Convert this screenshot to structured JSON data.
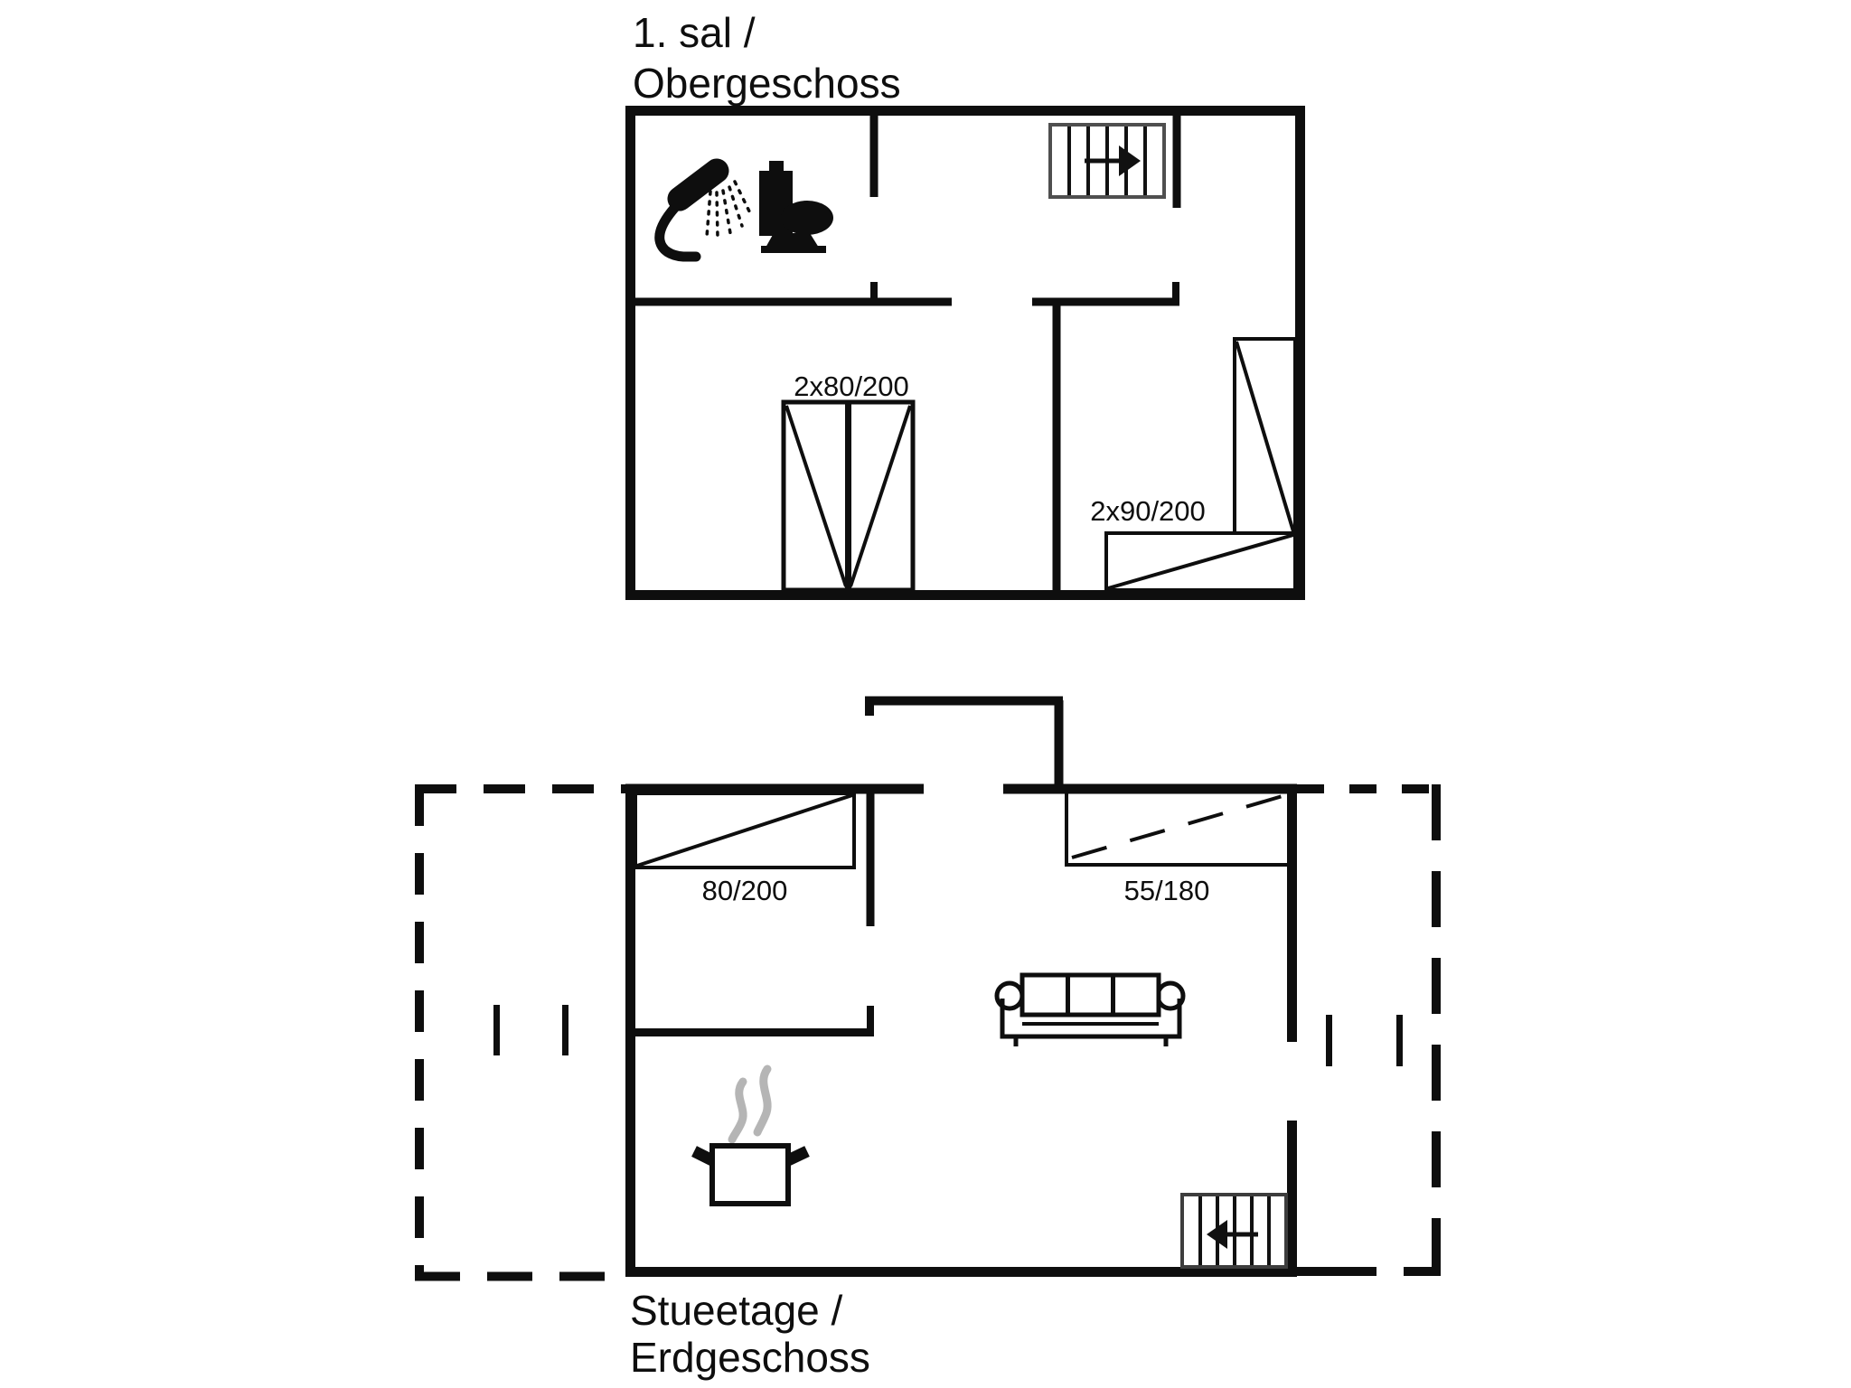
{
  "page": {
    "background": "#ffffff",
    "ink": "#0e0e0e",
    "steam_color": "#b5b5b5",
    "stair_outline": "#4f4f4f"
  },
  "upper_floor": {
    "title": {
      "line1": "1. sal /",
      "line2": "Obergeschoss"
    },
    "labels": {
      "wardrobe_doors": "2x80/200",
      "double_bed": "2x90/200"
    },
    "icons": [
      "shower-icon",
      "toilet-icon",
      "stairs-up-icon"
    ]
  },
  "ground_floor": {
    "title": {
      "line1": "Stueetage /",
      "line2": "Erdgeschoss"
    },
    "labels": {
      "bed": "80/200",
      "window": "55/180"
    },
    "icons": [
      "sofa-icon",
      "cooking-pot-icon",
      "steam-icon",
      "stairs-down-icon"
    ]
  }
}
